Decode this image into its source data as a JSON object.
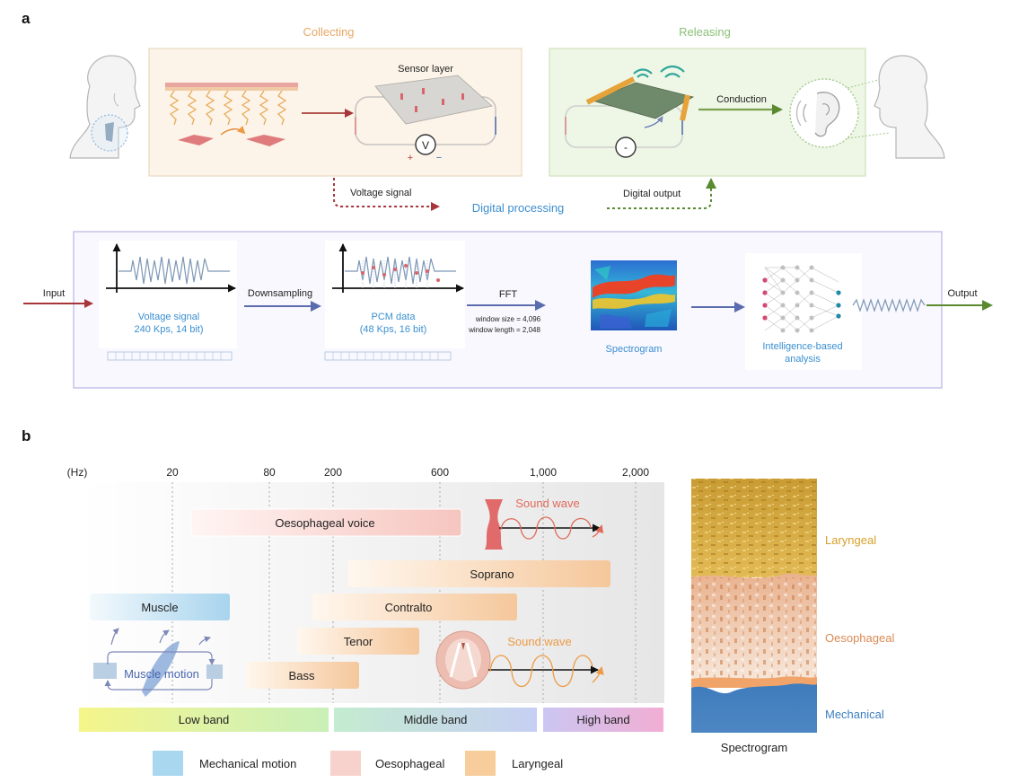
{
  "panel_a": {
    "label": "a",
    "collecting": {
      "title": "Collecting",
      "sensor_layer": "Sensor layer",
      "meter": "V",
      "plus": "+",
      "minus": "−"
    },
    "releasing": {
      "title": "Releasing",
      "conduction": "Conduction",
      "source": "-"
    },
    "voltage_signal": "Voltage signal",
    "digital_processing": "Digital processing",
    "digital_output": "Digital output",
    "pipeline": {
      "input": "Input",
      "voltage_label": "Voltage signal",
      "voltage_sub": "240 Kps, 14 bit)",
      "downsampling": "Downsampling",
      "pcm_label": "PCM data",
      "pcm_sub": "(48 Kps, 16 bit)",
      "fft": "FFT",
      "window_size": "window size = 4,096",
      "window_length": "window length = 2,048",
      "spectrogram": "Spectrogram",
      "analysis_line1": "Intelligence-based",
      "analysis_line2": "analysis",
      "output": "Output"
    }
  },
  "panel_b": {
    "label": "b",
    "axis_unit": "(Hz)",
    "ticks": [
      "20",
      "80",
      "200",
      "600",
      "1,000",
      "2,000"
    ],
    "bars": {
      "oesophageal_voice": "Oesophageal voice",
      "soprano": "Soprano",
      "muscle": "Muscle",
      "contralto": "Contralto",
      "tenor": "Tenor",
      "bass": "Bass"
    },
    "sound_wave_1": "Sound wave",
    "sound_wave_2": "Sound wave",
    "muscle_motion": "Muscle motion",
    "bands": {
      "low": "Low band",
      "middle": "Middle band",
      "high": "High band"
    },
    "legend": {
      "mechanical": "Mechanical motion",
      "oesophageal": "Oesophageal",
      "laryngeal": "Laryngeal"
    },
    "spectrogram": {
      "laryngeal": "Laryngeal",
      "oesophageal": "Oesophageal",
      "mechanical": "Mechanical",
      "caption": "Spectrogram"
    }
  },
  "colors": {
    "collecting_title": "#e8a765",
    "releasing_title": "#8bc07a",
    "digital_processing": "#3c8fd0",
    "pipeline_blue": "#3a8fd1",
    "input_arrow": "#a8353a",
    "process_arrow": "#5a6cae",
    "output_arrow": "#5a8a30",
    "laryngeal": "#d6a12a",
    "oesophageal": "#d98a55",
    "mechanical": "#3d7fc0",
    "sound_wave_red": "#e06a5a",
    "sound_wave_orange": "#ec9a45"
  }
}
